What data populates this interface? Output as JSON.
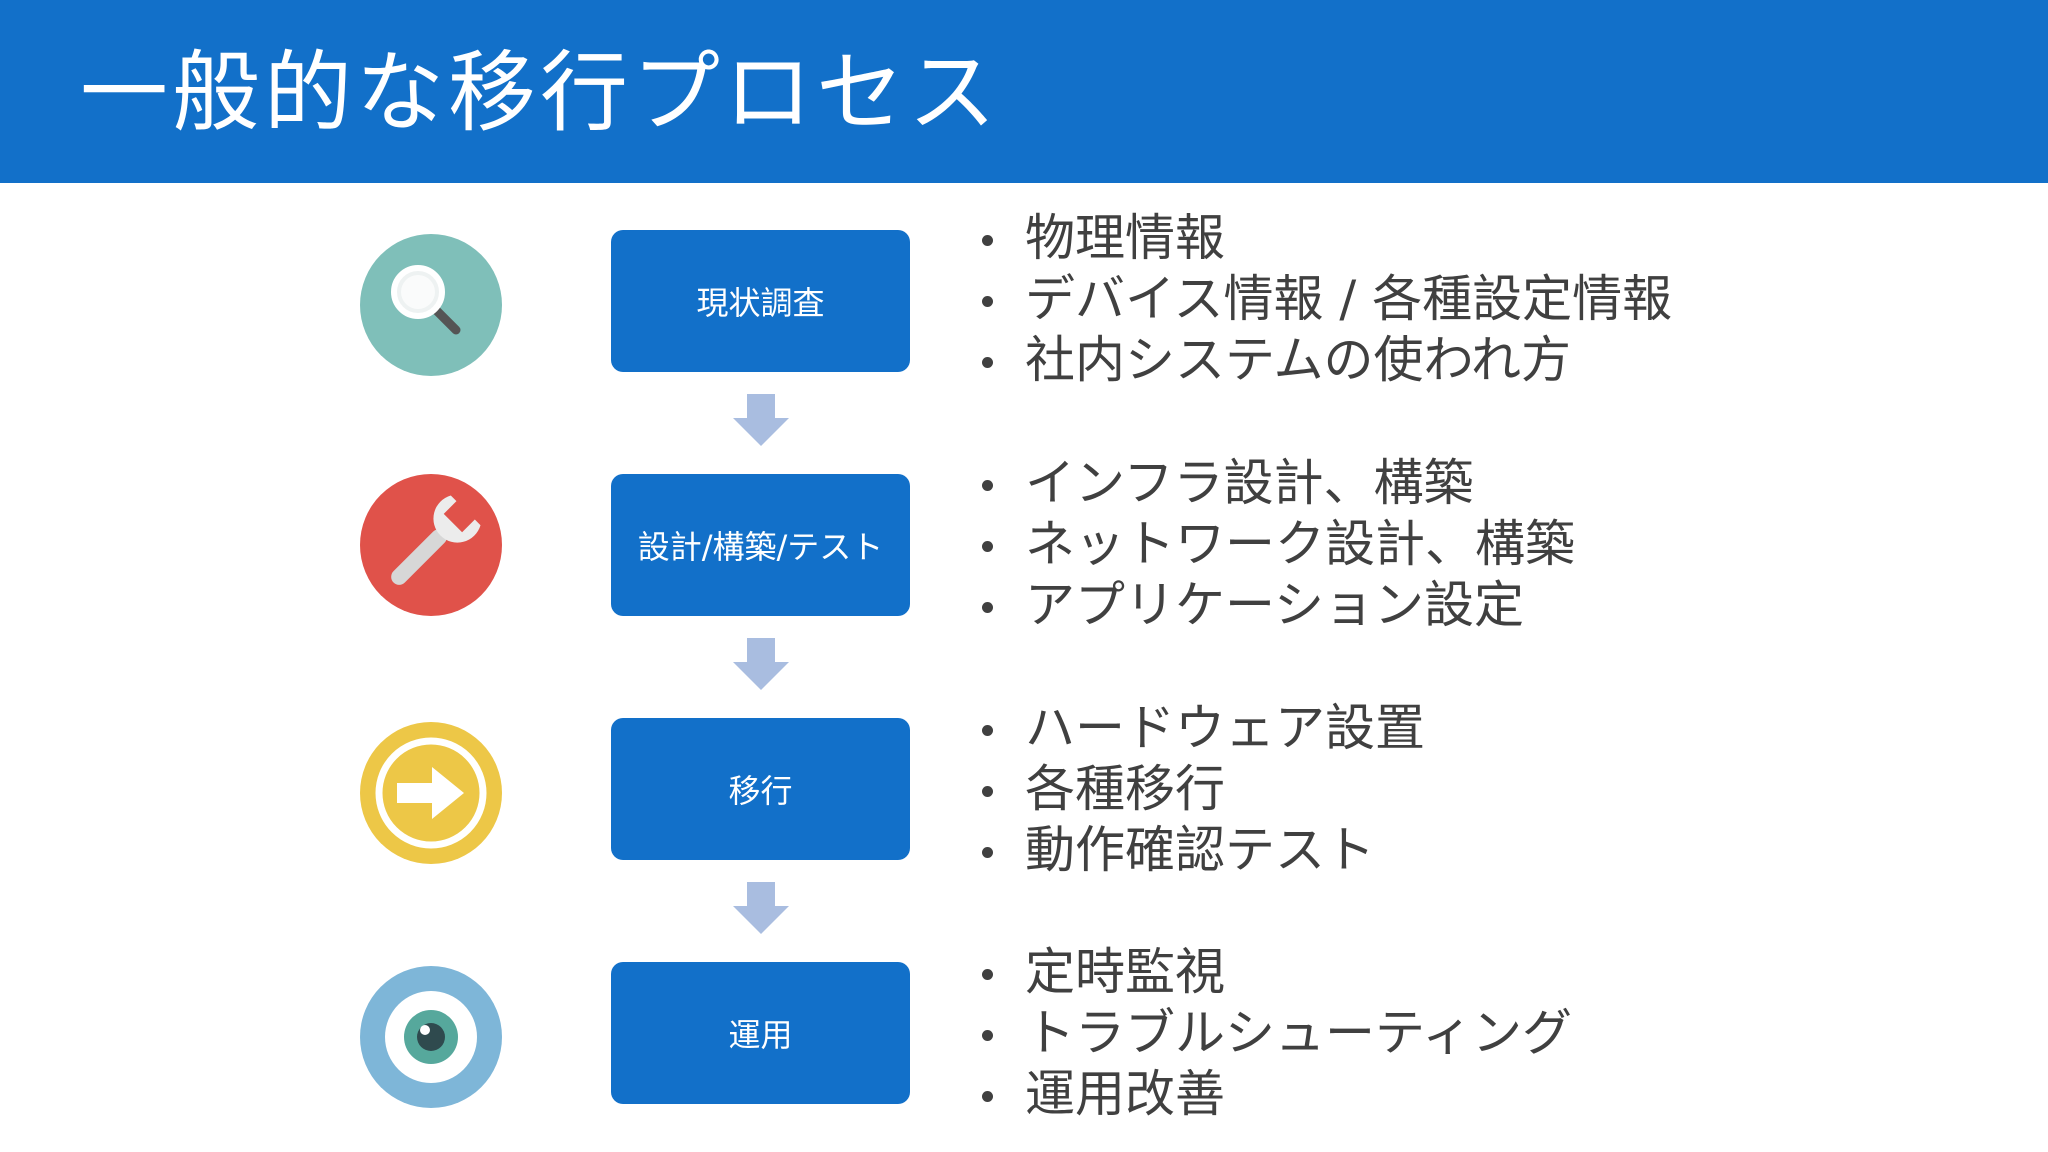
{
  "title": "一般的な移行プロセス",
  "colors": {
    "header": "#1270c9",
    "box": "#1270c9",
    "arrow": "#a9bde0",
    "bullet_text": "#404040"
  },
  "steps": [
    {
      "icon": "magnifier-icon",
      "icon_color": "#7fbfb9",
      "label": "現状調査",
      "bullets": [
        "物理情報",
        "デバイス情報 / 各種設定情報",
        "社内システムの使われ方"
      ]
    },
    {
      "icon": "wrench-icon",
      "icon_color": "#e0524a",
      "label": "設計/構築/テスト",
      "bullets": [
        "インフラ設計、構築",
        "ネットワーク設計、構築",
        "アプリケーション設定"
      ]
    },
    {
      "icon": "arrow-right-icon",
      "icon_color": "#edc747",
      "label": "移行",
      "bullets": [
        "ハードウェア設置",
        "各種移行",
        "動作確認テスト"
      ]
    },
    {
      "icon": "eye-icon",
      "icon_color": "#7eb6d8",
      "label": "運用",
      "bullets": [
        "定時監視",
        "トラブルシューティング",
        "運用改善"
      ]
    }
  ]
}
